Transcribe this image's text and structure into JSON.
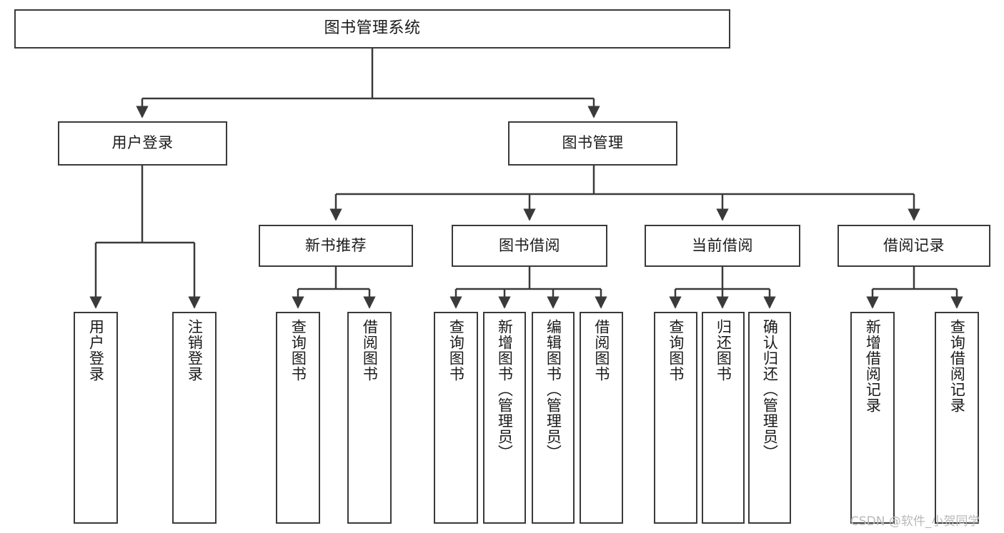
{
  "diagram": {
    "title": "图书管理系统",
    "type": "tree-hierarchy-chart",
    "line_color": "#3a3a3a",
    "box_fill": "#ffffff",
    "text_color": "#1a1a1a",
    "nodes": {
      "root": {
        "label": "图书管理系统"
      },
      "level2": [
        {
          "id": "user_login",
          "label": "用户登录"
        },
        {
          "id": "book_mgmt",
          "label": "图书管理"
        }
      ],
      "level3": [
        {
          "id": "new_book_rec",
          "label": "新书推荐"
        },
        {
          "id": "book_borrow",
          "label": "图书借阅"
        },
        {
          "id": "current_borrow",
          "label": "当前借阅"
        },
        {
          "id": "borrow_record",
          "label": "借阅记录"
        }
      ],
      "leaves": {
        "user_login": [
          {
            "id": "leaf_user_login",
            "label": "用户登录"
          },
          {
            "id": "leaf_logout",
            "label": "注销登录"
          }
        ],
        "new_book_rec": [
          {
            "id": "leaf_query_book_1",
            "label": "查询图书"
          },
          {
            "id": "leaf_borrow_book_1",
            "label": "借阅图书"
          }
        ],
        "book_borrow": [
          {
            "id": "leaf_query_book_2",
            "label": "查询图书"
          },
          {
            "id": "leaf_add_book",
            "label": "新增图书（管理员）"
          },
          {
            "id": "leaf_edit_book",
            "label": "编辑图书（管理员）"
          },
          {
            "id": "leaf_borrow_book_2",
            "label": "借阅图书"
          }
        ],
        "current_borrow": [
          {
            "id": "leaf_query_book_3",
            "label": "查询图书"
          },
          {
            "id": "leaf_return_book",
            "label": "归还图书"
          },
          {
            "id": "leaf_confirm_return",
            "label": "确认归还（管理员）"
          }
        ],
        "borrow_record": [
          {
            "id": "leaf_add_record",
            "label": "新增借阅记录"
          },
          {
            "id": "leaf_query_record",
            "label": "查询借阅记录"
          }
        ]
      }
    },
    "watermark": "CSDN @软件_小贺同学"
  }
}
